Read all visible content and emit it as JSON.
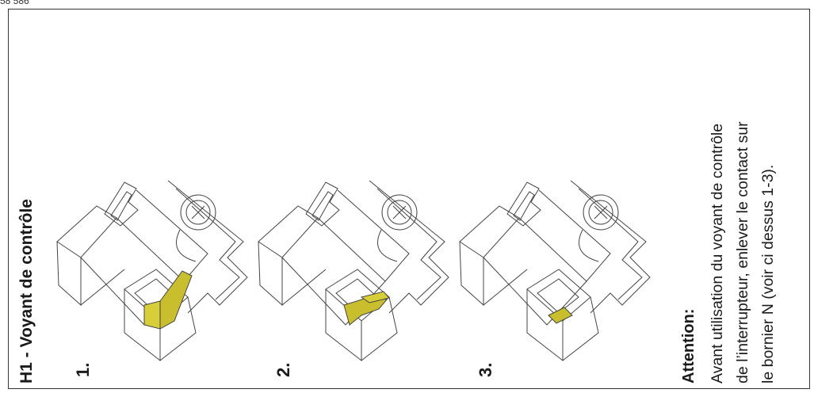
{
  "corner_code": "58 586",
  "title": "H1 - Voyant de contrôle",
  "steps": [
    {
      "number": "1.",
      "figure": "terminal-block-contact-lifted"
    },
    {
      "number": "2.",
      "figure": "terminal-block-contact-bent"
    },
    {
      "number": "3.",
      "figure": "terminal-block-contact-removed"
    }
  ],
  "note": {
    "heading": "Attention:",
    "lines": [
      "Avant utilisation du voyant de contrôle",
      "de l’interrupteur, enlever le contact sur",
      "le bornier N (voir ci dessus 1-3)."
    ]
  },
  "colors": {
    "contact_highlight": "#c9bf2e",
    "outline": "#444444"
  }
}
